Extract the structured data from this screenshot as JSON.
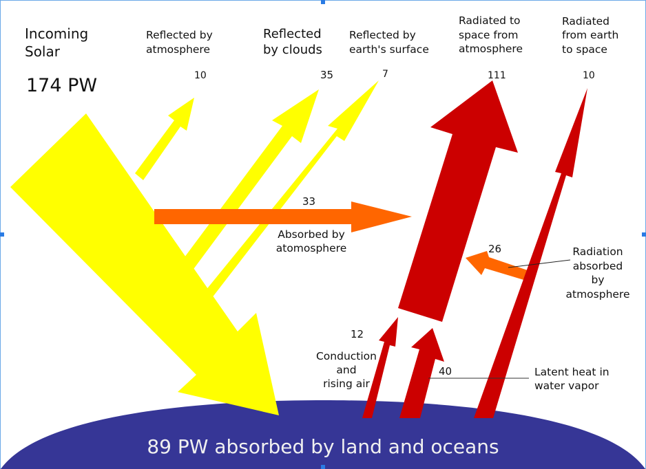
{
  "title": {
    "line1": "Incoming",
    "line2": "Solar",
    "total": "174 PW"
  },
  "labels": {
    "reflected_atmosphere": [
      "Reflected by",
      "atmosphere"
    ],
    "reflected_clouds": [
      "Reflected",
      "by clouds"
    ],
    "reflected_surface": [
      "Reflected by",
      "earth's surface"
    ],
    "radiated_atmosphere": [
      "Radiated to",
      "space from",
      "atmosphere"
    ],
    "radiated_earth": [
      "Radiated",
      "from earth",
      "to space"
    ],
    "absorbed_atmosphere": [
      "Absorbed by",
      "atomosphere"
    ],
    "radiation_absorbed": [
      "Radiation",
      "absorbed",
      "by",
      "atmosphere"
    ],
    "conduction": [
      "Conduction",
      "and",
      "rising air"
    ],
    "latent": [
      "Latent heat in",
      "water vapor"
    ],
    "earth": "89 PW absorbed by land and oceans"
  },
  "values": {
    "reflected_atmosphere": "10",
    "reflected_clouds": "35",
    "reflected_surface": "7",
    "radiated_atmosphere": "111",
    "radiated_earth": "10",
    "absorbed_atmosphere": "33",
    "radiation_absorbed": "26",
    "conduction": "12",
    "latent": "40"
  },
  "colors": {
    "solar": "#ffff00",
    "absorbed": "#ff6600",
    "infrared": "#cc0000",
    "earth": "#363696"
  }
}
